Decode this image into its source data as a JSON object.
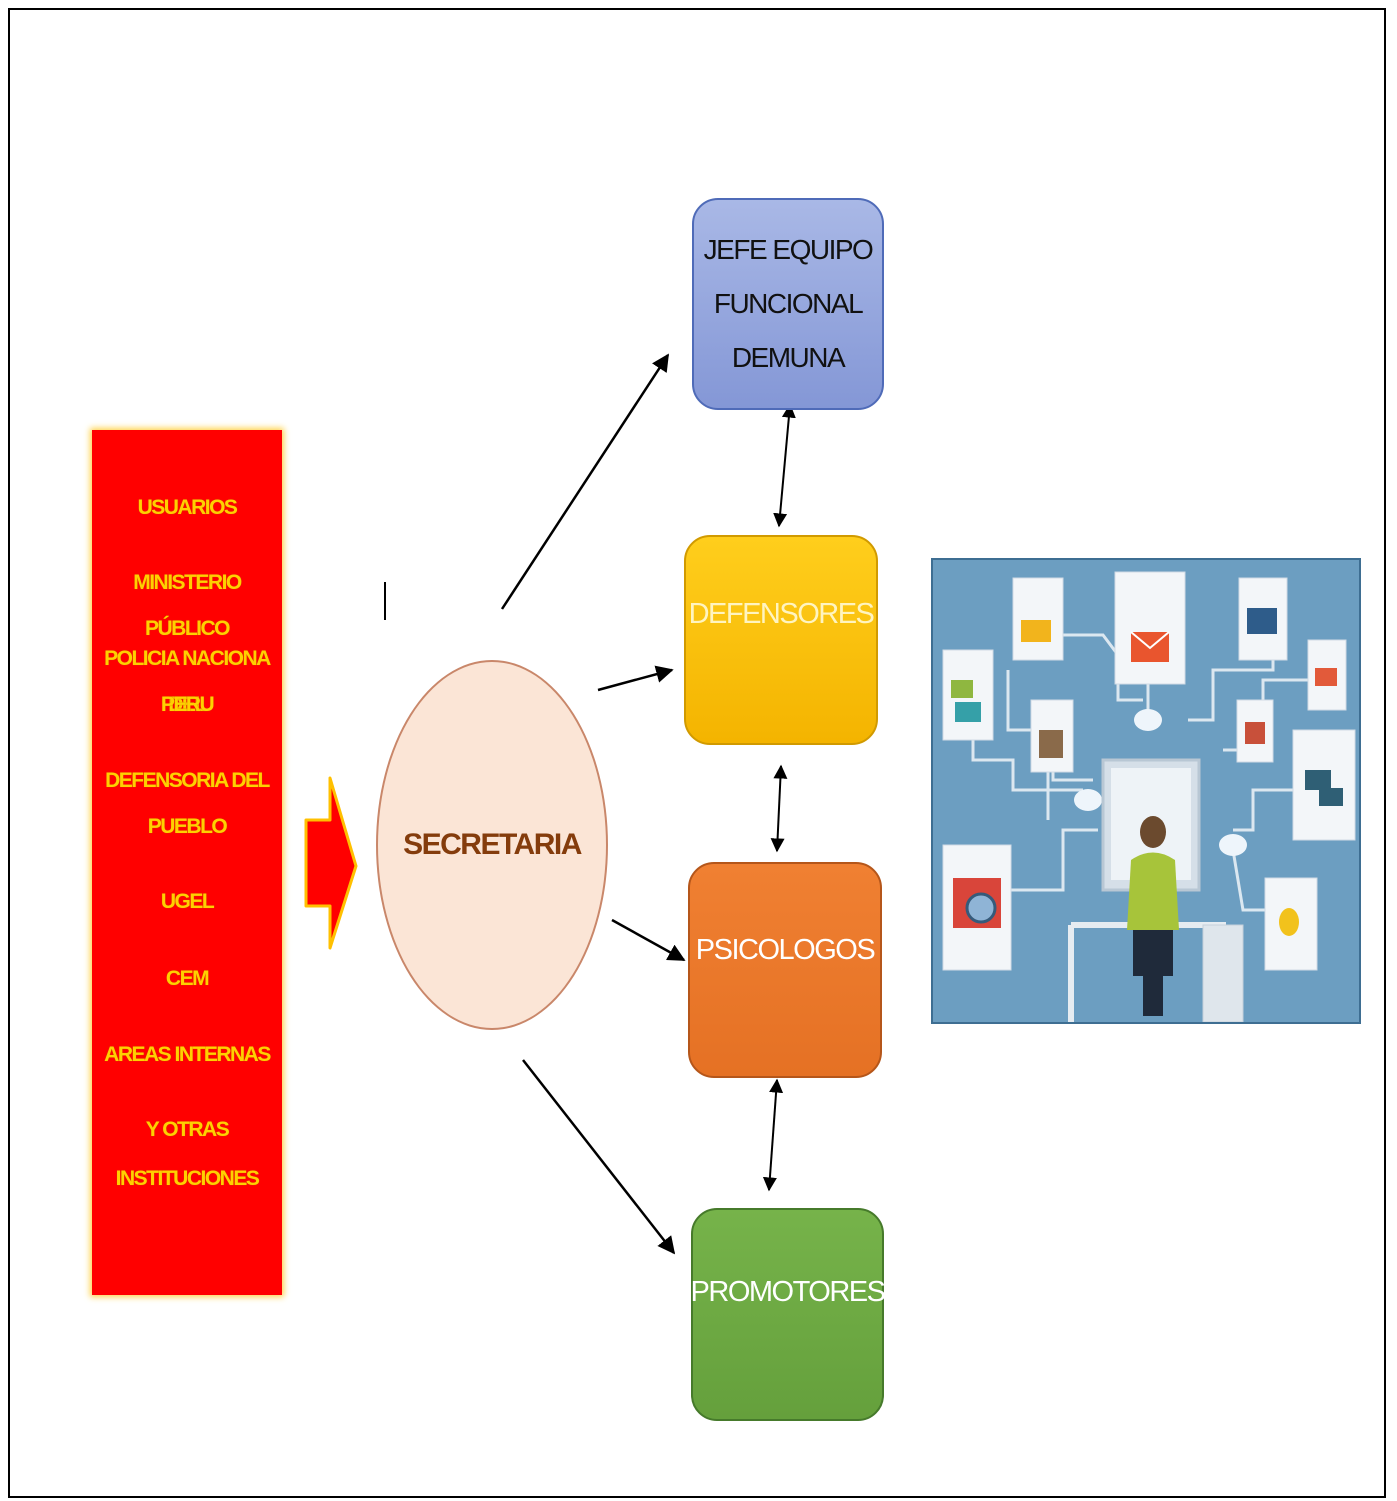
{
  "sources": {
    "items": [
      "USUARIOS",
      "MINISTERIO PÚBLICO",
      "POLICIA NACIONA DEL",
      "PERU",
      "DEFENSORIA DEL",
      "PUEBLO",
      "UGEL",
      "CEM",
      "AREAS INTERNAS",
      "Y OTRAS",
      "INSTITUCIONES"
    ]
  },
  "center": {
    "label": "SECRETARIA"
  },
  "units": {
    "jefe": [
      "JEFE EQUIPO",
      "FUNCIONAL",
      "DEMUNA"
    ],
    "defensores": "DEFENSORES",
    "psicologos": "PSICOLOGOS",
    "promotores": "PROMOTORES"
  },
  "colors": {
    "sources_bg": "#ff0000",
    "sources_text": "#ffd000",
    "secretaria_fill": "#fbe5d6",
    "jefe_fill": "#8ea0dc",
    "defensores_fill": "#f9c000",
    "psicologos_fill": "#ec7a2c",
    "promotores_fill": "#6aa842",
    "illustration_bg": "#6c9ec1"
  },
  "illustration": {
    "icon": "computer-network-illustration-icon"
  }
}
